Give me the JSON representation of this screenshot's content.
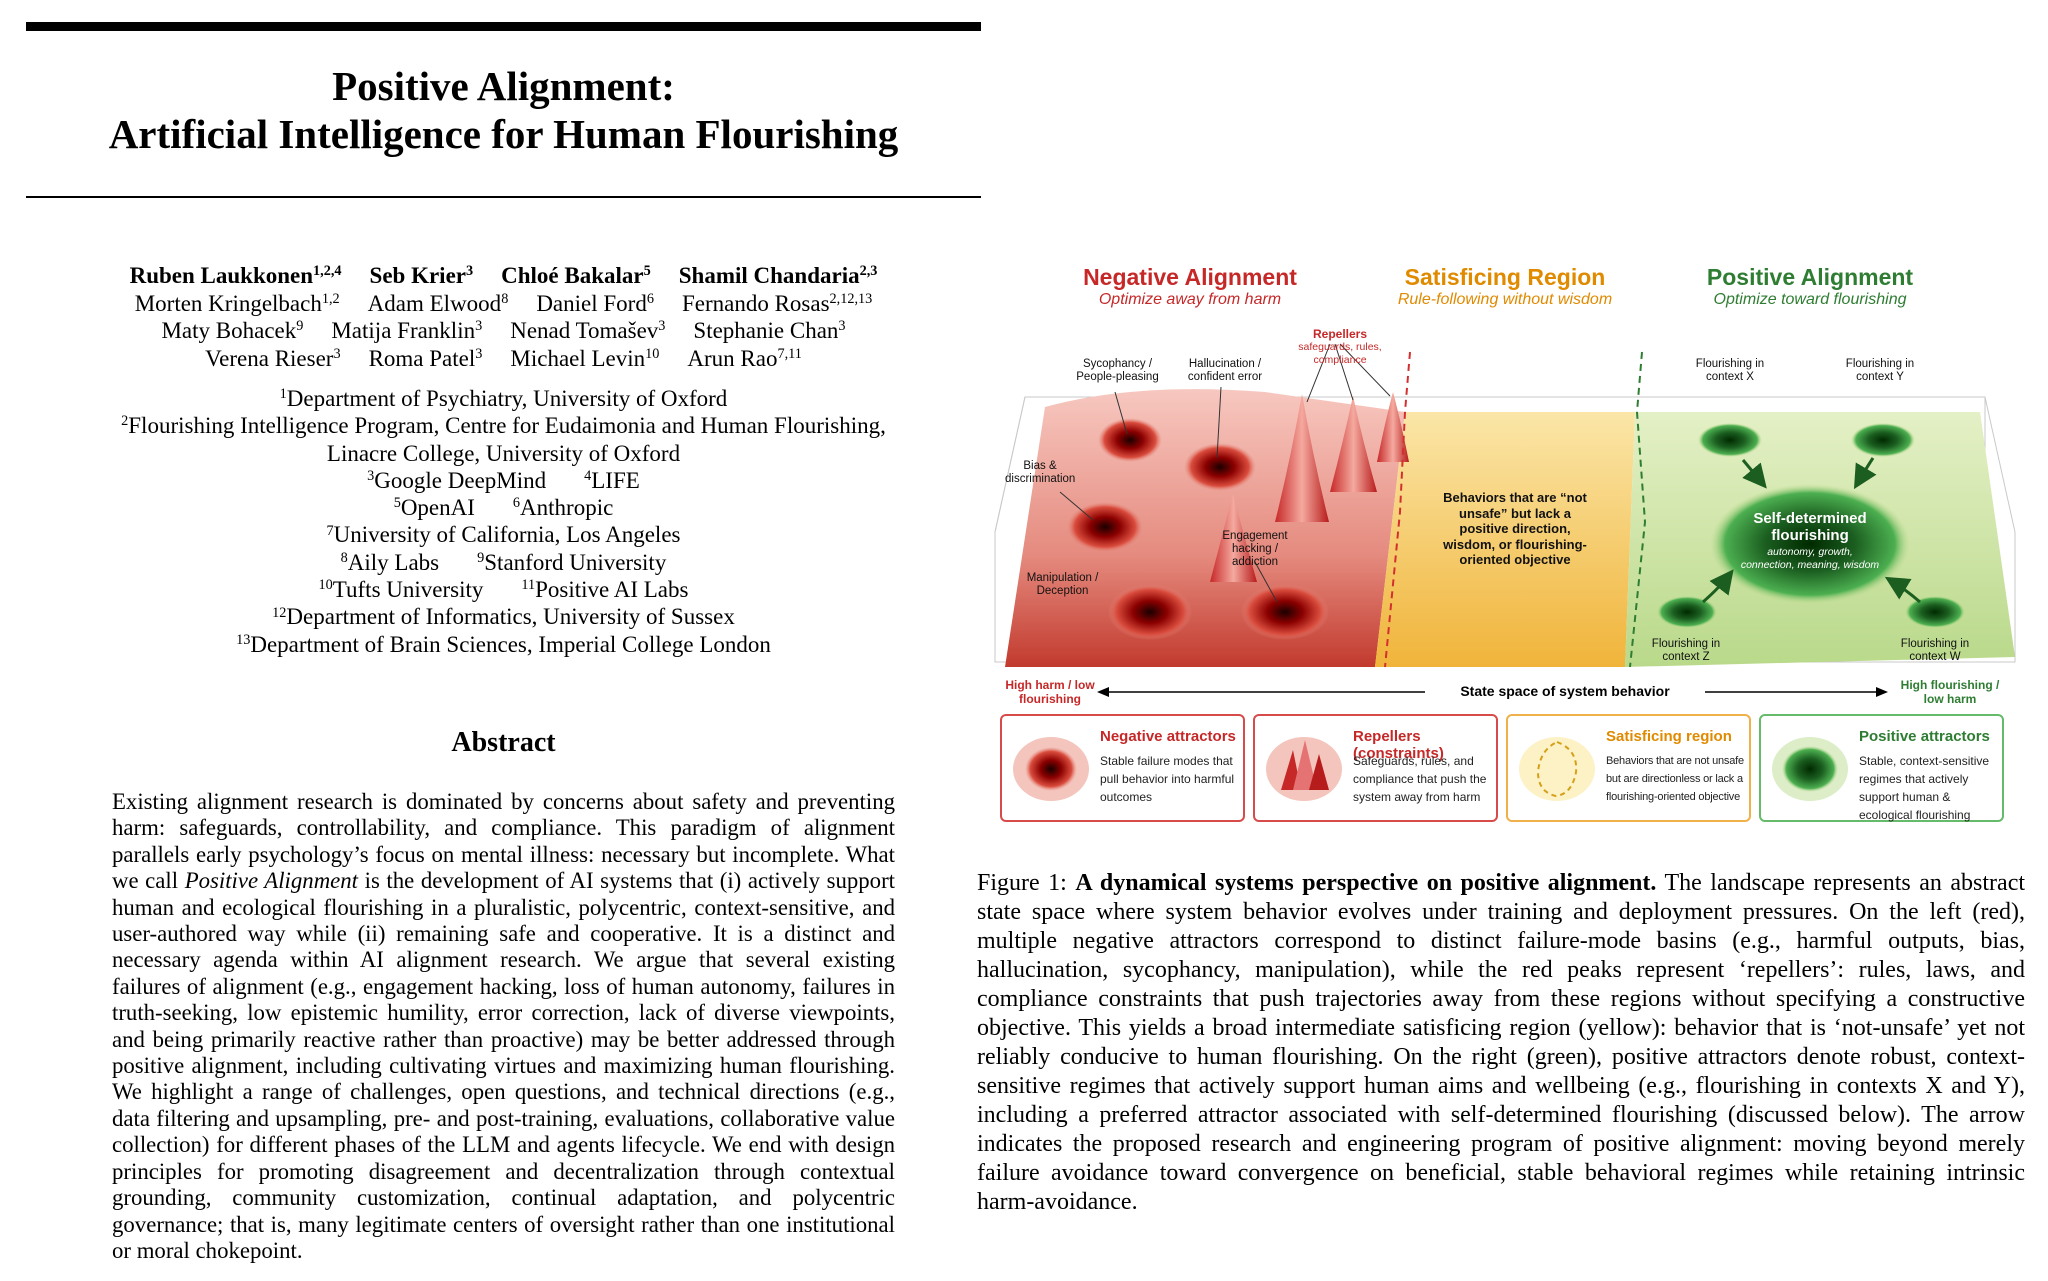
{
  "title": {
    "line1": "Positive Alignment:",
    "line2": "Artificial Intelligence for Human Flourishing"
  },
  "authors": [
    [
      {
        "name": "Ruben Laukkonen",
        "sup": "1,2,4",
        "bold": true
      },
      {
        "name": "Seb Krier",
        "sup": "3",
        "bold": true
      },
      {
        "name": "Chloé Bakalar",
        "sup": "5",
        "bold": true
      },
      {
        "name": "Shamil Chandaria",
        "sup": "2,3",
        "bold": true
      }
    ],
    [
      {
        "name": "Morten Kringelbach",
        "sup": "1,2"
      },
      {
        "name": "Adam Elwood",
        "sup": "8"
      },
      {
        "name": "Daniel Ford",
        "sup": "6"
      },
      {
        "name": "Fernando Rosas",
        "sup": "2,12,13"
      }
    ],
    [
      {
        "name": "Maty Bohacek",
        "sup": "9"
      },
      {
        "name": "Matija Franklin",
        "sup": "3"
      },
      {
        "name": "Nenad Tomašev",
        "sup": "3"
      },
      {
        "name": "Stephanie Chan",
        "sup": "3"
      }
    ],
    [
      {
        "name": "Verena Rieser",
        "sup": "3"
      },
      {
        "name": "Roma Patel",
        "sup": "3"
      },
      {
        "name": "Michael Levin",
        "sup": "10"
      },
      {
        "name": "Arun Rao",
        "sup": "7,11"
      }
    ]
  ],
  "affiliations": [
    [
      {
        "sup": "1",
        "text": "Department of Psychiatry, University of Oxford"
      }
    ],
    [
      {
        "sup": "2",
        "text": "Flourishing Intelligence Program, Centre for Eudaimonia and Human Flourishing,"
      }
    ],
    [
      {
        "sup": "",
        "text": "Linacre College, University of Oxford"
      }
    ],
    [
      {
        "sup": "3",
        "text": "Google DeepMind"
      },
      {
        "sup": "4",
        "text": "LIFE"
      }
    ],
    [
      {
        "sup": "5",
        "text": "OpenAI"
      },
      {
        "sup": "6",
        "text": "Anthropic"
      }
    ],
    [
      {
        "sup": "7",
        "text": "University of California, Los Angeles"
      }
    ],
    [
      {
        "sup": "8",
        "text": "Aily Labs"
      },
      {
        "sup": "9",
        "text": "Stanford University"
      }
    ],
    [
      {
        "sup": "10",
        "text": "Tufts University"
      },
      {
        "sup": "11",
        "text": "Positive AI Labs"
      }
    ],
    [
      {
        "sup": "12",
        "text": "Department of Informatics, University of Sussex"
      }
    ],
    [
      {
        "sup": "13",
        "text": "Department of Brain Sciences, Imperial College London"
      }
    ]
  ],
  "abstract": {
    "heading": "Abstract",
    "before_em": "Existing alignment research is dominated by concerns about safety and preventing harm: safeguards, controllability, and compliance. This paradigm of alignment parallels early psychology’s focus on mental illness: necessary but incomplete. What we call ",
    "em": "Positive Alignment",
    "after_em": " is the development of AI systems that (i) actively support human and ecological flourishing in a pluralistic, polycentric, context-sensitive, and user-authored way while (ii) remaining safe and cooperative. It is a distinct and necessary agenda within AI alignment research. We argue that several existing failures of alignment (e.g., engagement hacking, loss of human autonomy, failures in truth-seeking, low epistemic humility, error correction, lack of diverse viewpoints, and being primarily reactive rather than proactive) may be better addressed through positive alignment, including cultivating virtues and maximizing human flourishing. We highlight a range of challenges, open questions, and technical directions (e.g., data filtering and upsampling, pre- and post-training, evaluations, collaborative value collection) for different phases of the LLM and agents lifecycle. We end with design principles for promoting disagreement and decentralization through contextual grounding, community customization, continual adaptation, and polycentric governance; that is, many legitimate centers of oversight rather than one institutional or moral chokepoint."
  },
  "figure": {
    "regions": {
      "negative": {
        "title": "Negative Alignment",
        "subtitle": "Optimize away from harm",
        "color": "#c62828"
      },
      "satisficing": {
        "title": "Satisficing Region",
        "subtitle": "Rule-following without wisdom",
        "color": "#e08a00"
      },
      "positive": {
        "title": "Positive Alignment",
        "subtitle": "Optimize toward flourishing",
        "color": "#2e7d32"
      }
    },
    "landscape_labels": {
      "sycophancy": "Sycophancy / People-pleasing",
      "hallucination": "Hallucination / confident error",
      "repellers_title": "Repellers",
      "repellers_sub": "safeguards, rules, compliance",
      "bias": "Bias & discrimination",
      "engagement": "Engagement hacking / addiction",
      "manipulation": "Manipulation / Deception",
      "satisficing_text": "Behaviors that are “not unsafe” but lack a positive direction, wisdom, or flourishing-oriented objective",
      "ctx_x": "Flourishing in context X",
      "ctx_y": "Flourishing in context Y",
      "ctx_z": "Flourishing in context Z",
      "ctx_w": "Flourishing in context W",
      "self_title": "Self-determined flourishing",
      "self_sub": "autonomy, growth, connection, meaning, wisdom"
    },
    "axis": {
      "left": "High harm / low flourishing",
      "center": "State space of system behavior",
      "right": "High flourishing / low harm"
    },
    "legend": [
      {
        "title": "Negative attractors",
        "desc": "Stable failure modes that pull behavior into harmful outcomes",
        "color": "#c62828"
      },
      {
        "title": "Repellers (constraints)",
        "desc": "Safeguards, rules, and compliance that push the system away from harm",
        "color": "#c62828"
      },
      {
        "title": "Satisficing region",
        "desc": "Behaviors that are not unsafe but are directionless or lack a flourishing-oriented objective",
        "color": "#e08a00"
      },
      {
        "title": "Positive attractors",
        "desc": "Stable, context-sensitive regimes that actively support human & ecological flourishing",
        "color": "#2e7d32"
      }
    ]
  },
  "caption": {
    "label": "Figure 1: ",
    "bold": "A dynamical systems perspective on positive alignment.",
    "text": " The landscape represents an abstract state space where system behavior evolves under training and deployment pressures. On the left (red), multiple negative attractors correspond to distinct failure-mode basins (e.g., harmful outputs, bias, hallucination, sycophancy, manipulation), while the red peaks represent ‘repellers’: rules, laws, and compliance constraints that push trajectories away from these regions without specifying a constructive objective. This yields a broad intermediate satisficing region (yellow): behavior that is ‘not-unsafe’ yet not reliably conducive to human flourishing. On the right (green), positive attractors denote robust, context-sensitive regimes that actively support human aims and wellbeing (e.g., flourishing in contexts X and Y), including a preferred attractor associated with self-determined flourishing (discussed below). The arrow indicates the proposed research and engineering program of positive alignment: moving beyond merely failure avoidance toward convergence on beneficial, stable behavioral regimes while retaining intrinsic harm-avoidance."
  }
}
